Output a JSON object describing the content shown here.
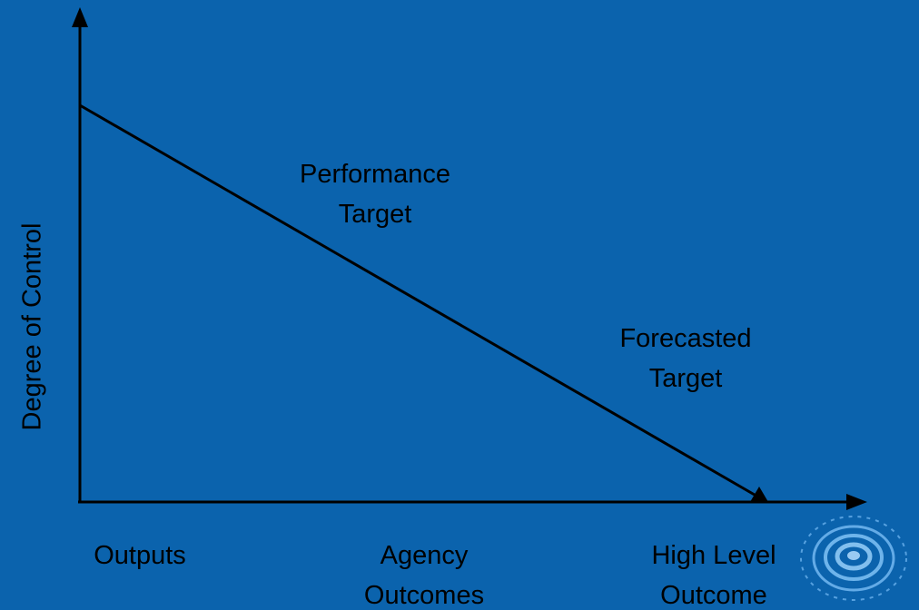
{
  "diagram": {
    "y_axis_label": "Degree of Control",
    "line_labels": {
      "performance_target": [
        "Performance",
        "Target"
      ],
      "forecasted_target": [
        "Forecasted",
        "Target"
      ]
    },
    "x_categories": {
      "outputs": [
        "Outputs"
      ],
      "agency_outcomes": [
        "Agency",
        "Outcomes"
      ],
      "high_level_outcome": [
        "High Level",
        "Outcome"
      ]
    }
  },
  "colors": {
    "background": "#0b63ad",
    "line": "#000000",
    "text": "#000000",
    "logo": "#5fa8e6"
  },
  "icons": {
    "corner_logo": "ripple-logo-icon"
  }
}
